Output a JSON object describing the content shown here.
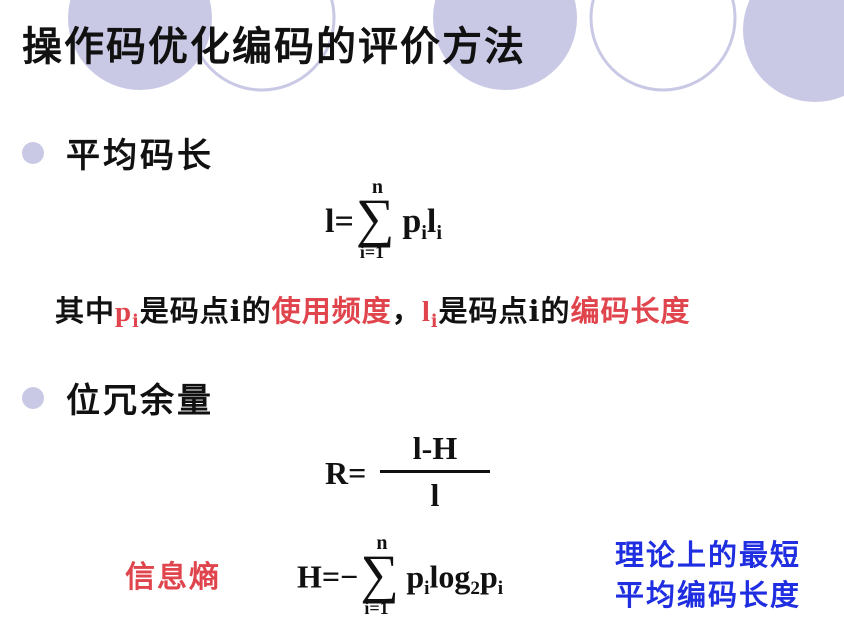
{
  "slide": {
    "title": "操作码优化编码的评价方法",
    "colors": {
      "decor_circle": "#c9c9e6",
      "highlight_red": "#e0454d",
      "highlight_blue": "#1f2ee0"
    }
  },
  "section1": {
    "bullet": "平均码长",
    "formula": {
      "lhs": "l=",
      "sigma_top": "n",
      "sigma_bottom": "i=1",
      "term_p": "p",
      "term_p_sub": "i",
      "term_l": "l",
      "term_l_sub": "i"
    },
    "description": {
      "part1": "其中",
      "p_var": "p",
      "p_sub": "i",
      "part2": "是码点i的",
      "red1": "使用频度",
      "comma": "，",
      "l_var": "l",
      "l_sub": "i",
      "part3": "是码点i的",
      "red2": "编码长度"
    }
  },
  "section2": {
    "bullet": "位冗余量",
    "formula": {
      "lhs": "R=",
      "numerator": "l-H",
      "denominator": "l"
    },
    "entropy": {
      "label": "信息熵",
      "lhs": "H=",
      "minus": "−",
      "sigma_top": "n",
      "sigma_bottom": "i=1",
      "term_p": "p",
      "term_p_sub": "i",
      "log": "log",
      "log_sub": "2",
      "term_p2": "p",
      "term_p2_sub": "i"
    },
    "note_line1": "理论上的最短",
    "note_line2": "平均编码长度"
  }
}
